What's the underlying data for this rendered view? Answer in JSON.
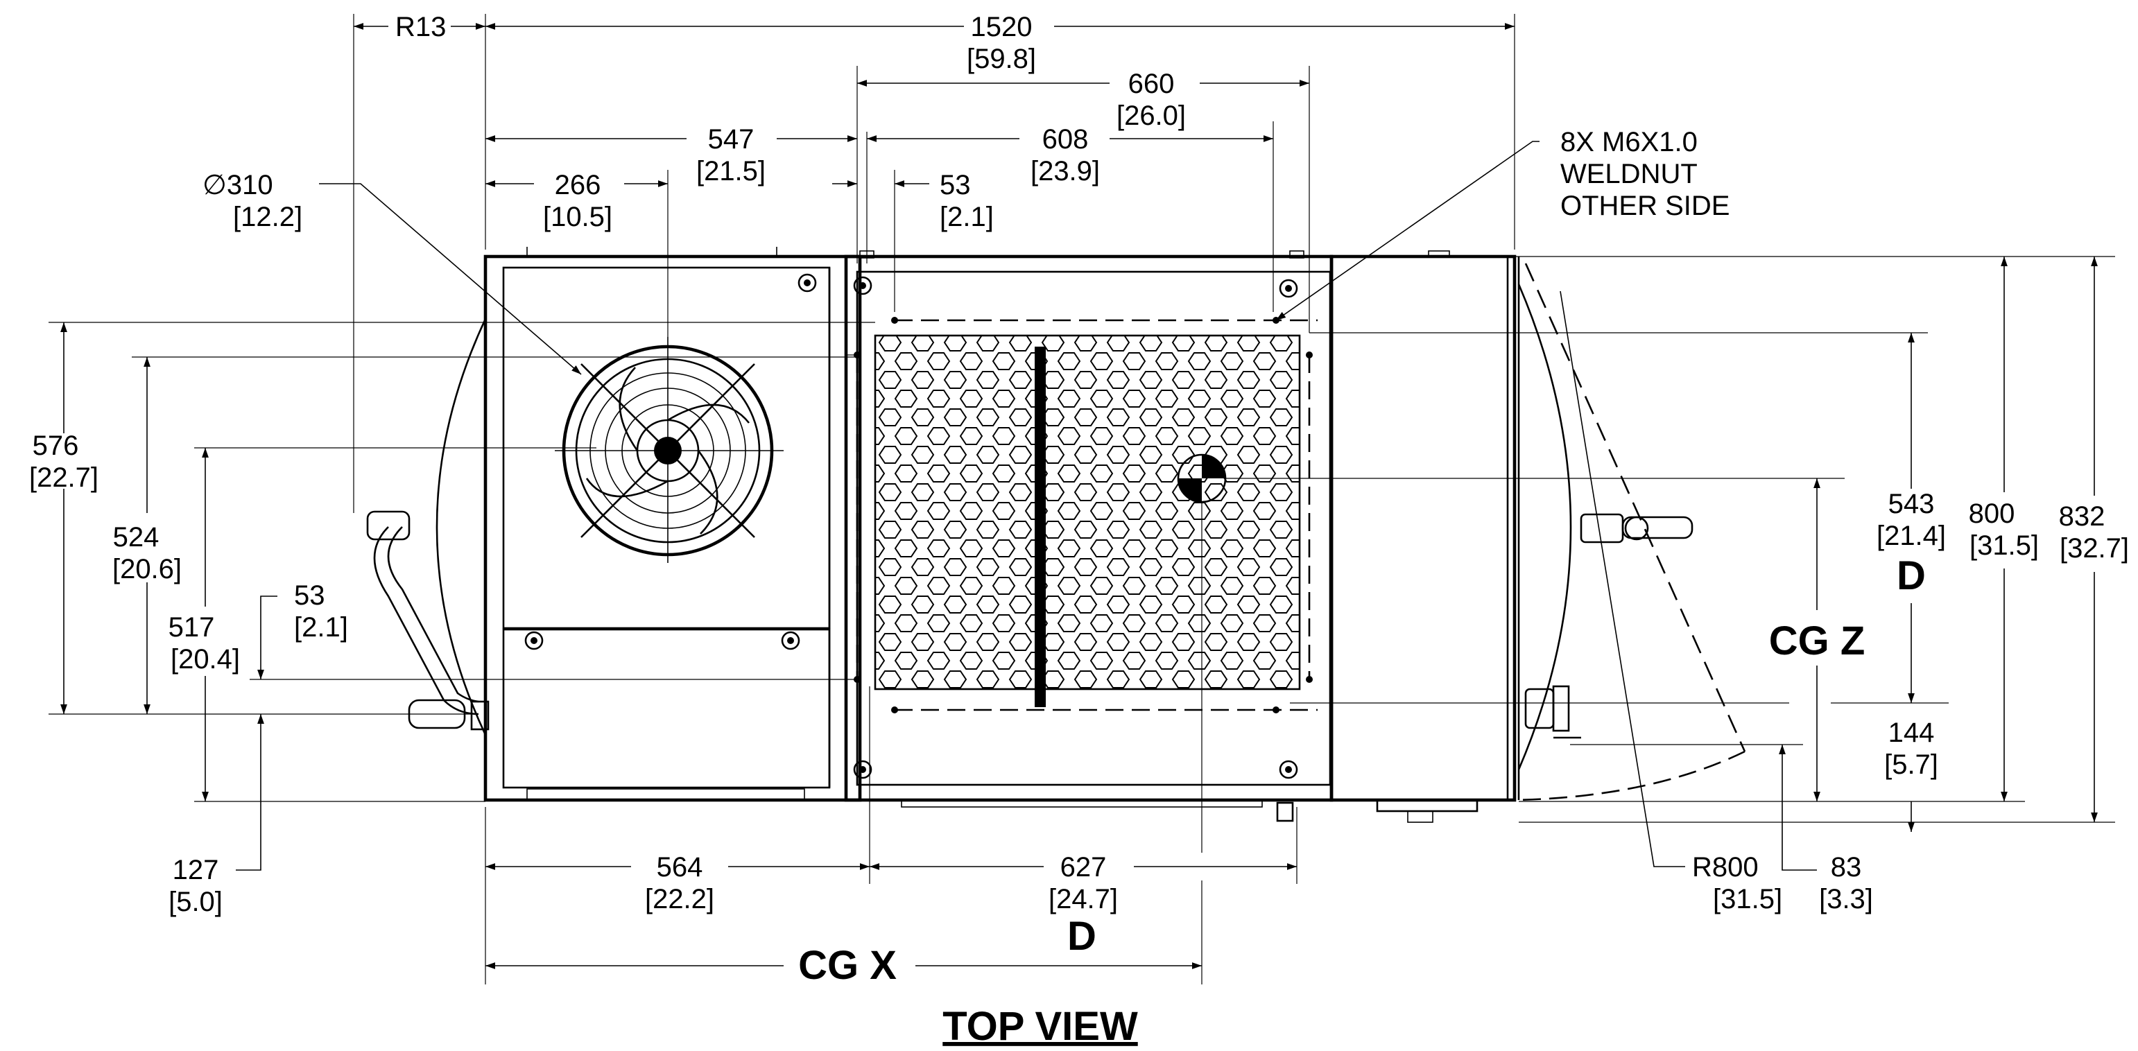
{
  "title": "TOP VIEW",
  "callout": {
    "weldnut": [
      "8X M6X1.0",
      "WELDNUT",
      "OTHER SIDE"
    ]
  },
  "labels": {
    "cg_x": "CG X",
    "cg_z": "CG Z",
    "d_bottom": "D",
    "d_right": "D"
  },
  "dims": {
    "r13": "R13",
    "d1520": [
      "1520",
      "[59.8]"
    ],
    "d660": [
      "660",
      "[26.0]"
    ],
    "d547": [
      "547",
      "[21.5]"
    ],
    "d608": [
      "608",
      "[23.9]"
    ],
    "d266": [
      "266",
      "[10.5]"
    ],
    "d53_top": [
      "53",
      "[2.1]"
    ],
    "dia310": [
      "∅310",
      "[12.2]"
    ],
    "d576": [
      "576",
      "[22.7]"
    ],
    "d524": [
      "524",
      "[20.6]"
    ],
    "d517": [
      "517",
      "[20.4]"
    ],
    "d53_left": [
      "53",
      "[2.1]"
    ],
    "d127": [
      "127",
      "[5.0]"
    ],
    "d564": [
      "564",
      "[22.2]"
    ],
    "d627": [
      "627",
      "[24.7]"
    ],
    "d543": [
      "543",
      "[21.4]"
    ],
    "d800": [
      "800",
      "[31.5]"
    ],
    "d832": [
      "832",
      "[32.7]"
    ],
    "d144": [
      "144",
      "[5.7]"
    ],
    "r800": [
      "R800",
      "[31.5]"
    ],
    "d83": [
      "83",
      "[3.3]"
    ]
  }
}
